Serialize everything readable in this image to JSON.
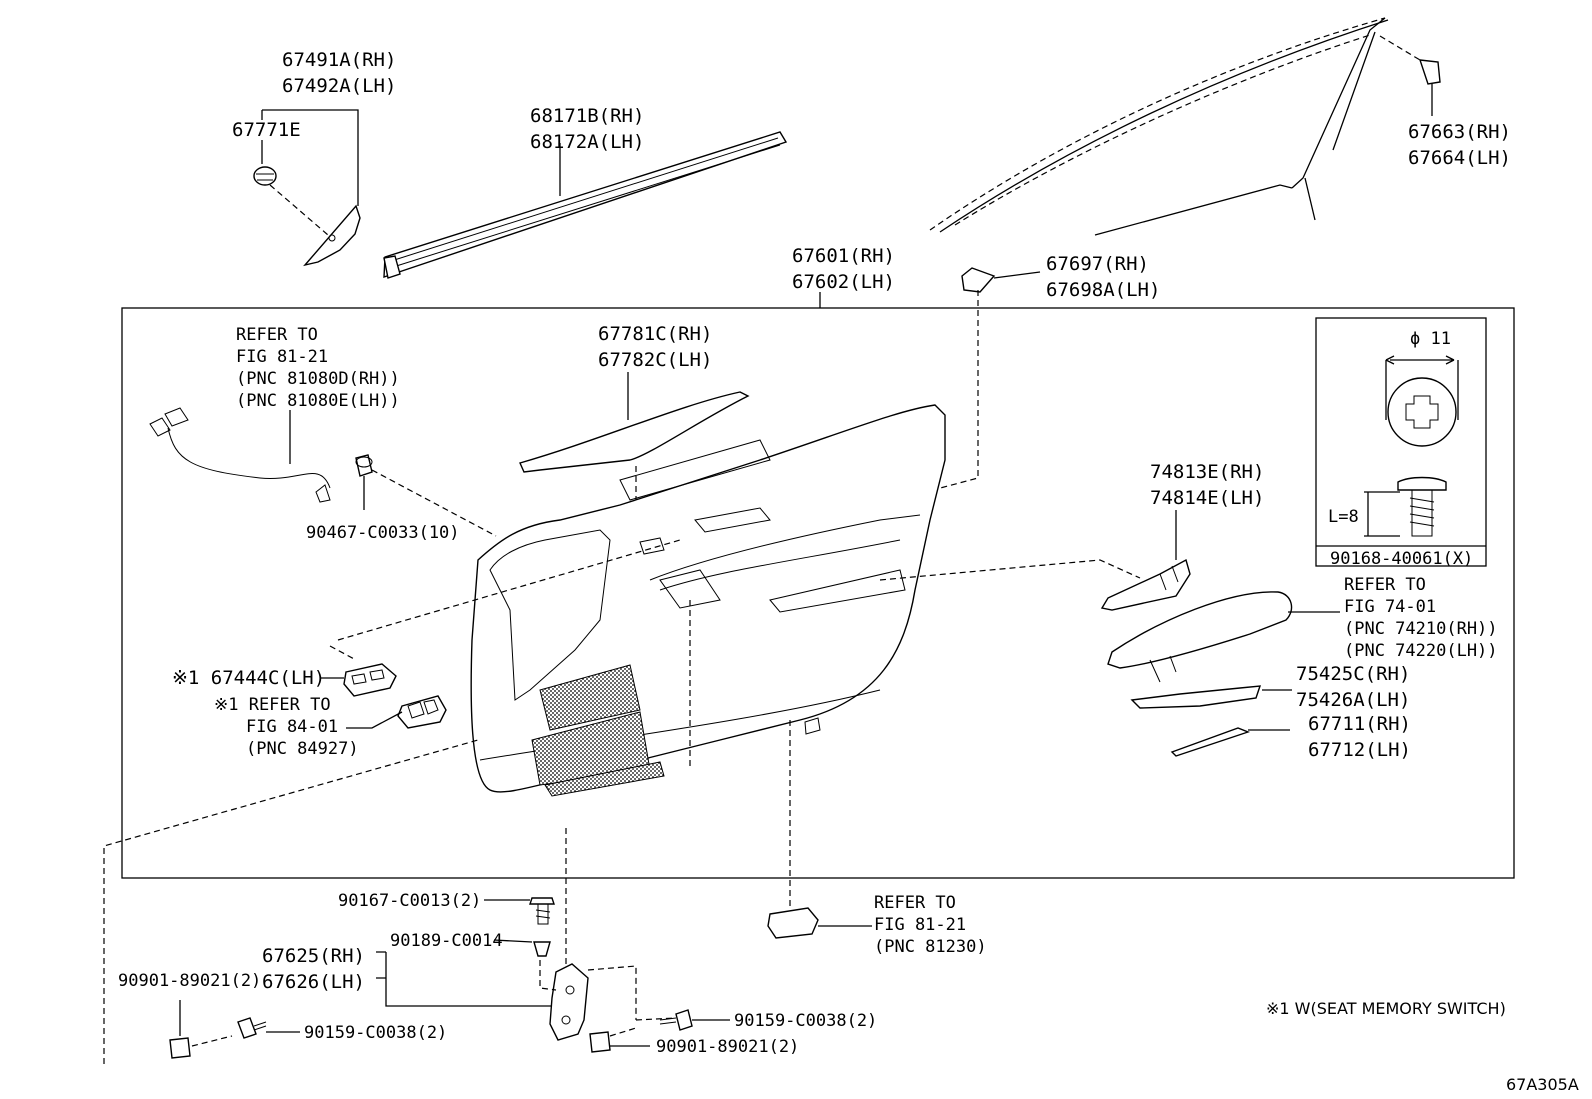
{
  "diagram_code": "67A305A",
  "note": "※1 W(SEAT MEMORY SWITCH)",
  "labels": {
    "p67491": [
      "67491A(RH)",
      "67492A(LH)"
    ],
    "p67771": [
      "67771E"
    ],
    "p68171": [
      "68171B(RH)",
      "68172A(LH)"
    ],
    "p67663": [
      "67663(RH)",
      "67664(LH)"
    ],
    "p67601": [
      "67601(RH)",
      "67602(LH)"
    ],
    "p67697": [
      "67697(RH)",
      "67698A(LH)"
    ],
    "refer_81_21_top": [
      "REFER TO",
      "FIG 81-21",
      "(PNC 81080D(RH))",
      "(PNC 81080E(LH))"
    ],
    "p67781": [
      "67781C(RH)",
      "67782C(LH)"
    ],
    "p90467": [
      "90467-C0033(10)"
    ],
    "p74813": [
      "74813E(RH)",
      "74814E(LH)"
    ],
    "refer_74_01": [
      "REFER TO",
      "FIG 74-01",
      "(PNC 74210(RH))",
      "(PNC 74220(LH))"
    ],
    "p75425": [
      "75425C(RH)",
      "75426A(LH)"
    ],
    "p67711": [
      "67711(RH)",
      "67712(LH)"
    ],
    "p67444": [
      "※1 67444C(LH)"
    ],
    "refer_84_01": [
      "※1 REFER TO",
      "FIG 84-01",
      "(PNC 84927)"
    ],
    "p90167": [
      "90167-C0013(2)"
    ],
    "p90189": [
      "90189-C0014"
    ],
    "p67625": [
      "67625(RH)",
      "67626(LH)"
    ],
    "p90901_left": [
      "90901-89021(2)"
    ],
    "p90159_left": [
      "90159-C0038(2)"
    ],
    "p90159_right": [
      "90159-C0038(2)"
    ],
    "p90901_right": [
      "90901-89021(2)"
    ],
    "refer_81_21_bottom": [
      "REFER TO",
      "FIG 81-21",
      "(PNC 81230)"
    ]
  },
  "inset": {
    "diameter": "ϕ 11",
    "length": "L=8",
    "part_number": "90168-40061(X)"
  }
}
